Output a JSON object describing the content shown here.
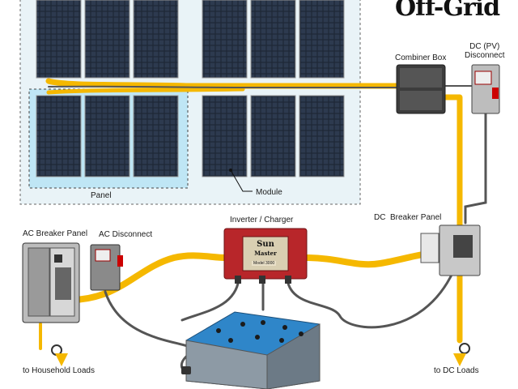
{
  "title": "Off-Grid",
  "labels": {
    "combiner_box": "Combiner Box",
    "dc_pv_disconnect": "DC (PV)\nDisconnect",
    "panel": "Panel",
    "module": "Module",
    "inverter_charger": "Inverter / Charger",
    "dc_breaker_panel": "DC  Breaker Panel",
    "ac_breaker_panel": "AC Breaker Panel",
    "ac_disconnect": "AC Disconnect",
    "household_loads": "to Household Loads",
    "dc_loads": "to DC Loads"
  },
  "inverter": {
    "brand_line1": "Sun",
    "brand_line2": "Master",
    "model": "Model 3000"
  },
  "colors": {
    "wire": "#f5b800",
    "cable": "#555555",
    "array_bg": "#e9f3f7",
    "panel_highlight": "#bfe6f5",
    "inverter": "#b8262a",
    "battery": "#2f86c9"
  }
}
